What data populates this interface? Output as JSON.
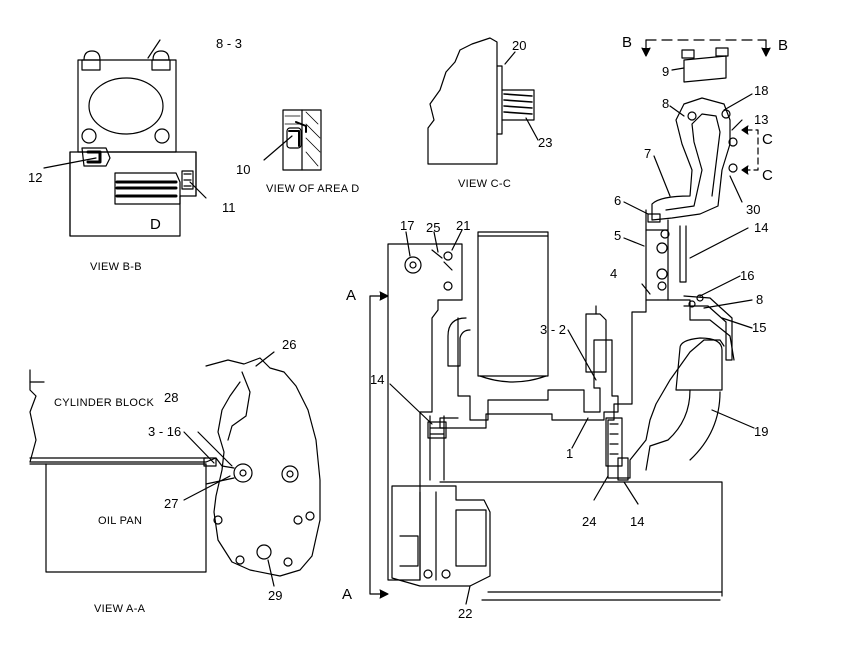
{
  "views": {
    "bb": {
      "caption": "VIEW  B-B",
      "area_letter": "D"
    },
    "area_d": {
      "caption": "VIEW  OF  AREA  D"
    },
    "cc": {
      "caption": "VIEW  C-C"
    },
    "aa": {
      "caption": "VIEW  A-A",
      "cylinder_block": "CYLINDER  BLOCK",
      "oil_pan": "OIL  PAN"
    },
    "main": {
      "section_a_top": "A",
      "section_a_bottom": "A",
      "section_b_left": "B",
      "section_b_right": "B",
      "section_c_top": "C",
      "section_c_bottom": "C"
    }
  },
  "callouts": {
    "c8_3": "8 - 3",
    "c12": "12",
    "c11": "11",
    "c10": "10",
    "c20": "20",
    "c23": "23",
    "c9": "9",
    "c18": "18",
    "c8a": "8",
    "c13": "13",
    "c7": "7",
    "c30": "30",
    "c6": "6",
    "c14a": "14",
    "c5": "5",
    "c4": "4",
    "c16": "16",
    "c8b": "8",
    "c15": "15",
    "c17": "17",
    "c25": "25",
    "c21": "21",
    "c3_2": "3 - 2",
    "c14b": "14",
    "c1": "1",
    "c19": "19",
    "c24": "24",
    "c14c": "14",
    "c22": "22",
    "c26": "26",
    "c28": "28",
    "c3_16": "3 - 16",
    "c27": "27",
    "c29": "29"
  }
}
